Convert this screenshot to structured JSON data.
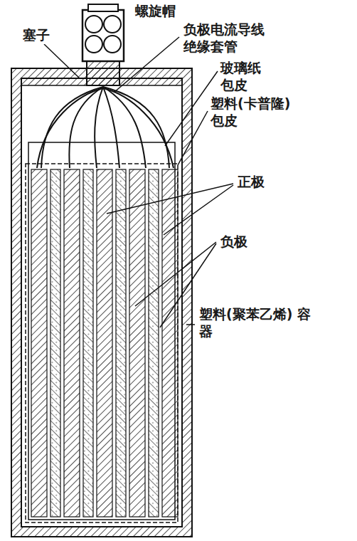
{
  "diagram": {
    "labels": [
      "螺旋帽",
      "塞子",
      "负极电流导线 绝缘套管",
      "玻璃纸 包皮",
      "塑料(卡普隆) 包皮",
      "正极",
      "负极",
      "塑料(聚苯乙烯) 容器"
    ]
  }
}
